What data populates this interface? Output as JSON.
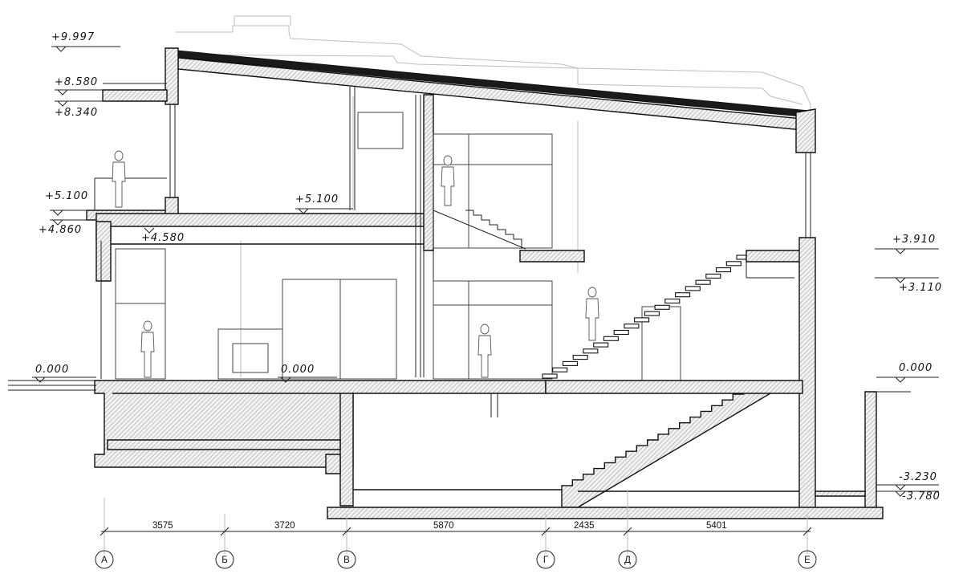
{
  "levels": {
    "roof_top": "+9.997",
    "canopy_top": "+8.580",
    "canopy_bottom": "+8.340",
    "balcony_top": "+5.100",
    "balcony_bottom": "+4.860",
    "second_floor": "+5.100",
    "ceiling_first": "+4.580",
    "ground_left": "0.000",
    "first_floor": "0.000",
    "ground_right": "0.000",
    "landing_top": "+3.910",
    "landing_bottom": "+3.110",
    "basement_upper": "-3.230",
    "basement_lower": "-3.780"
  },
  "dimensions": [
    "3575",
    "3720",
    "5870",
    "2435",
    "5401"
  ],
  "axes": [
    "А",
    "Б",
    "В",
    "Г",
    "Д",
    "Е"
  ]
}
